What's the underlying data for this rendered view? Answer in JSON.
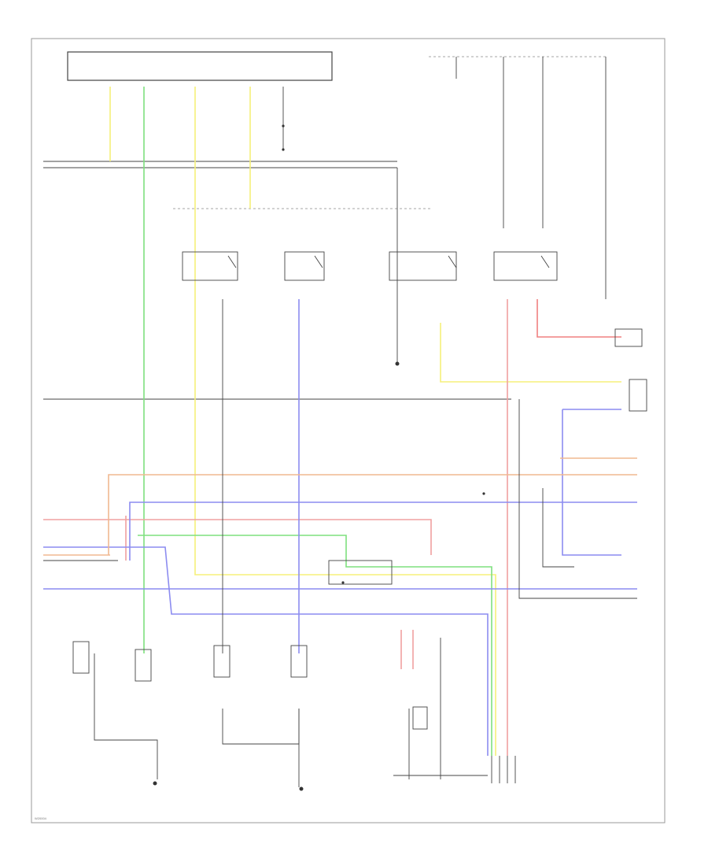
{
  "figure_code": "W20004",
  "colors": {
    "frame": "#888888",
    "wire_black": "#444444",
    "wire_yellow": "#f5f07a",
    "wire_green": "#7fe07f",
    "wire_red": "#f08080",
    "wire_blue": "#8c8cf0",
    "wire_orange": "#f0b890",
    "wire_gray": "#888888",
    "wire_pink": "#f0a0a0"
  },
  "icons": [
    "ground-symbol",
    "switch-symbol",
    "connector-symbol",
    "splice-node"
  ]
}
